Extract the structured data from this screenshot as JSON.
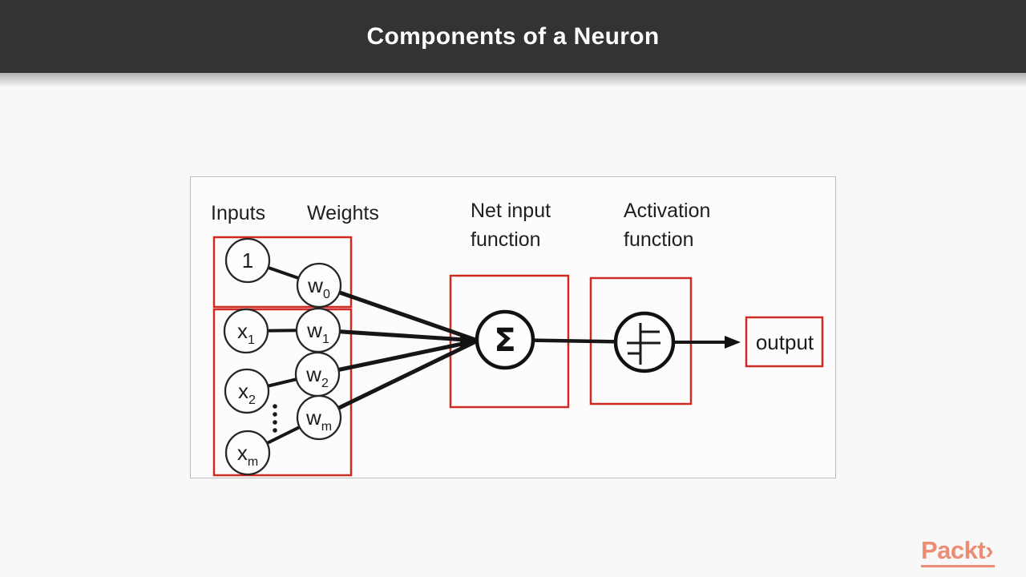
{
  "header": {
    "title": "Components of a Neuron"
  },
  "colors": {
    "header_bg": "#333333",
    "accent_red": "#cd2a24",
    "ink": "#161616",
    "logo": "#ed8c72",
    "panel_border": "#bdbdbd",
    "bg": "#f8f8f8"
  },
  "diagram": {
    "labels": {
      "inputs": "Inputs",
      "weights": "Weights",
      "net_input_line1": "Net input",
      "net_input_line2": "function",
      "activation_line1": "Activation",
      "activation_line2": "function",
      "output": "output"
    },
    "nodes": {
      "bias": "1",
      "x1_base": "x",
      "x1_sub": "1",
      "x2_base": "x",
      "x2_sub": "2",
      "xm_base": "x",
      "xm_sub": "m",
      "w0_base": "w",
      "w0_sub": "0",
      "w1_base": "w",
      "w1_sub": "1",
      "w2_base": "w",
      "w2_sub": "2",
      "wm_base": "w",
      "wm_sub": "m",
      "sum": "Σ"
    }
  },
  "footer": {
    "logo_text": "Packt",
    "logo_chevron": "›"
  }
}
